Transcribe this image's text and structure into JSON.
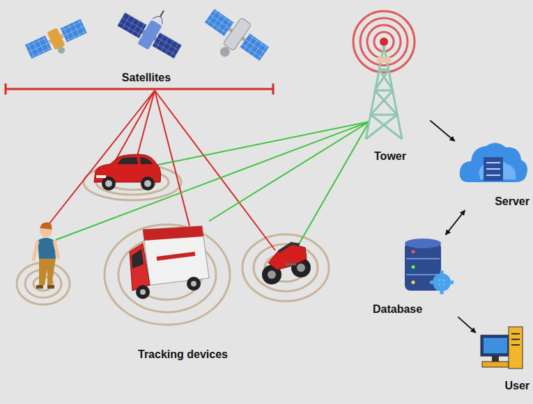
{
  "diagram": {
    "nodes": [
      {
        "text": [
          "Satellites"
        ]
      },
      {
        "text": [
          "Tower"
        ]
      },
      {
        "text": [
          "Server"
        ]
      },
      {
        "text": [
          "Database"
        ]
      },
      {
        "text": [
          "User"
        ]
      }
    ],
    "edges": [
      {
        "from": 1,
        "to": 2,
        "arrow": "to"
      },
      {
        "from": 2,
        "to": 3,
        "arrow": "both"
      },
      {
        "from": 3,
        "to": 4,
        "arrow": "to"
      }
    ],
    "labels": [
      "Tracking devices"
    ]
  }
}
